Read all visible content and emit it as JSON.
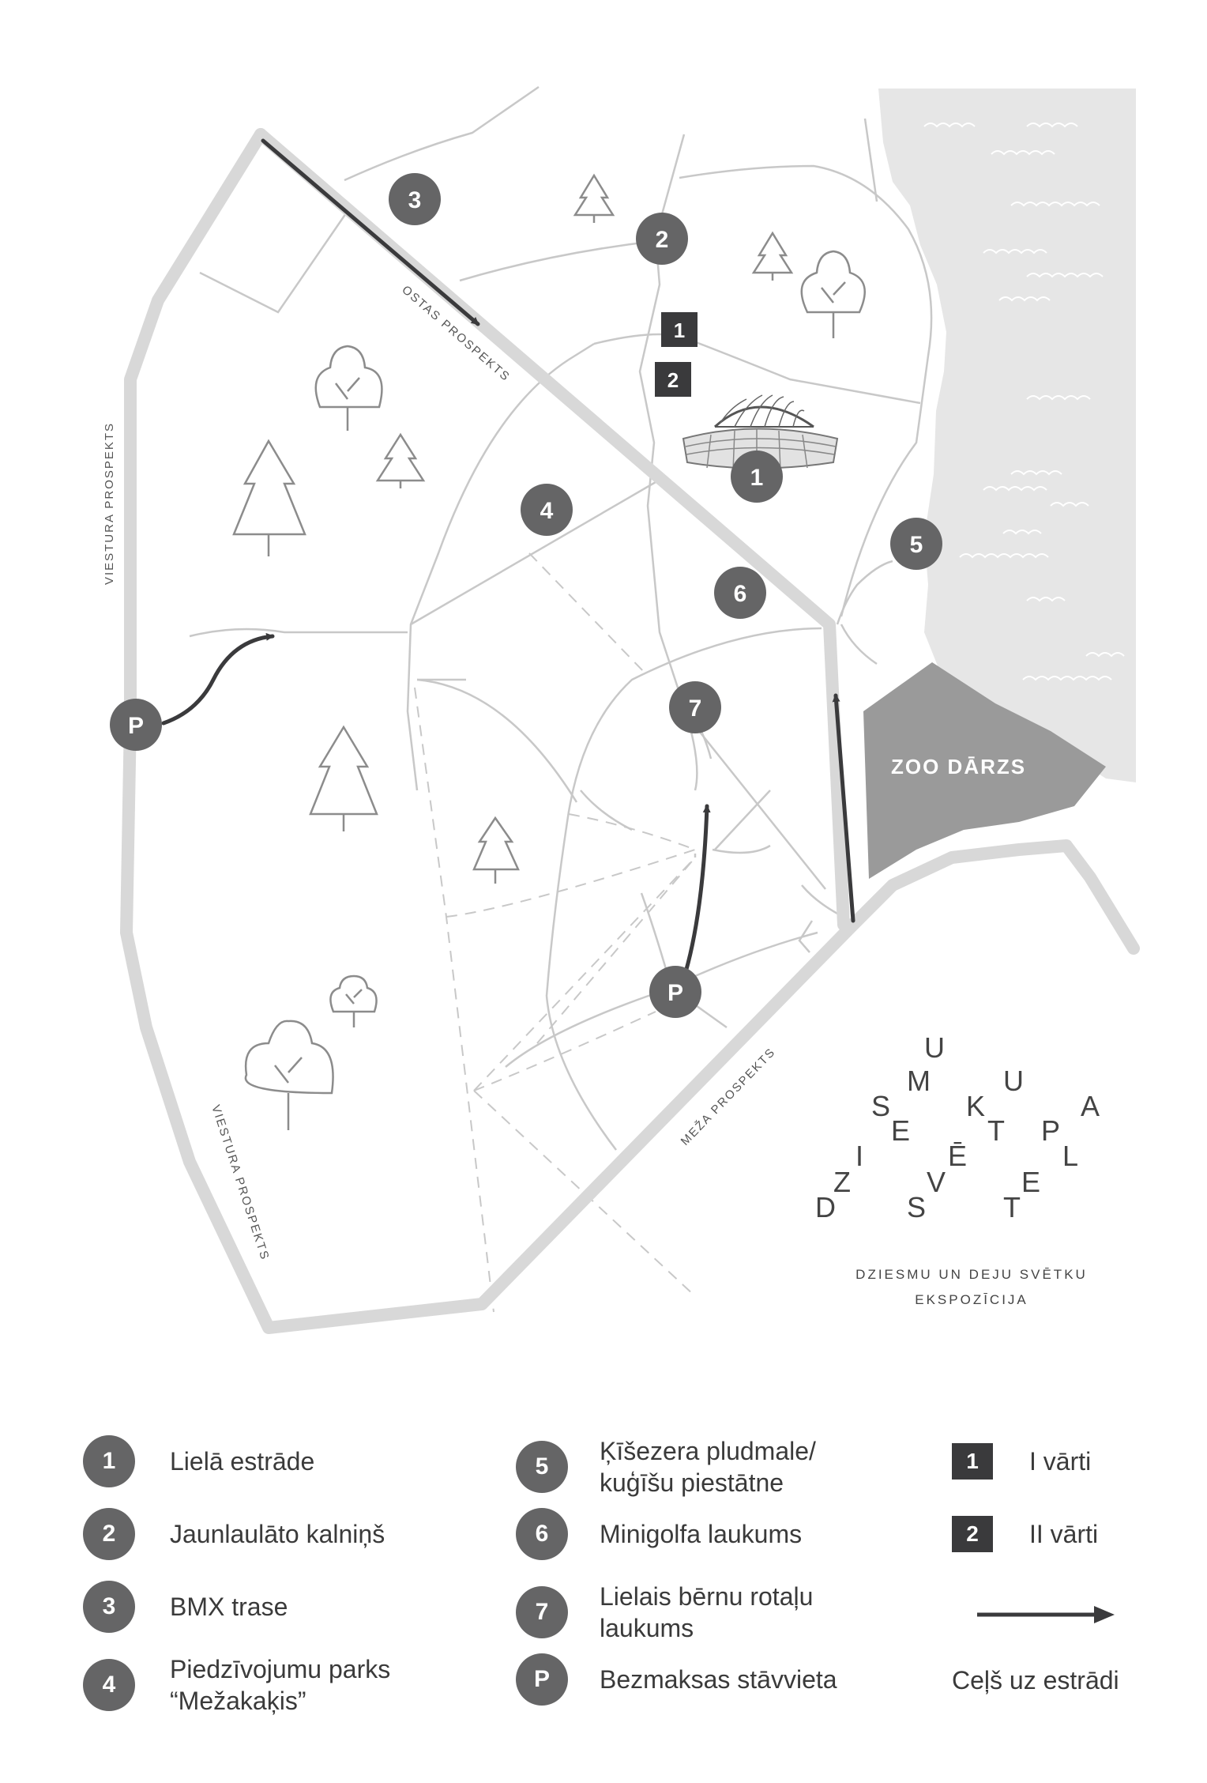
{
  "map": {
    "roads": {
      "ostas": "OSTAS PROSPEKTS",
      "viestura_top": "VIESTURA PROSPEKTS",
      "viestura_bottom": "VIESTURA PROSPEKTS",
      "meza": "MEŽA PROSPEKTS"
    },
    "zoo_label": "ZOO DĀRZS",
    "markers": {
      "m1": "1",
      "m2": "2",
      "m3": "3",
      "m4": "4",
      "m5": "5",
      "m6": "6",
      "m7": "7",
      "p_left": "P",
      "p_bottom": "P"
    },
    "gates": {
      "g1": "1",
      "g2": "2"
    },
    "expo_logo_letters": [
      "U",
      "M",
      "U",
      "S",
      "K",
      "A",
      "E",
      "T",
      "P",
      "I",
      "Ē",
      "L",
      "Z",
      "V",
      "E",
      "D",
      "S",
      "T"
    ],
    "expo_caption_line1": "DZIESMU UN DEJU SVĒTKU",
    "expo_caption_line2": "EKSPOZĪCIJA"
  },
  "legend": {
    "items": [
      {
        "badge": "1",
        "label": "Lielā estrāde"
      },
      {
        "badge": "2",
        "label": "Jaunlaulāto kalniņš"
      },
      {
        "badge": "3",
        "label": "BMX trase"
      },
      {
        "badge": "4",
        "label": "Piedzīvojumu parks\n“Mežakaķis”"
      },
      {
        "badge": "5",
        "label": "Ķīšezera pludmale/\nkuģīšu piestātne"
      },
      {
        "badge": "6",
        "label": "Minigolfa laukums"
      },
      {
        "badge": "7",
        "label": "Lielais bērnu rotaļu\nlaukums"
      },
      {
        "badge": "P",
        "label": "Bezmaksas stāvvieta"
      }
    ],
    "gates": [
      {
        "badge": "1",
        "label": "I vārti"
      },
      {
        "badge": "2",
        "label": "II vārti"
      }
    ],
    "route_label": "Ceļš uz estrādi"
  },
  "colors": {
    "water": "#e6e6e6",
    "main_road": "#d8d8d8",
    "path": "#c8c8c8",
    "marker": "#656566",
    "gate": "#3a3a3c",
    "zoo": "#9a9a9a",
    "route_arrow": "#3a3a3c"
  }
}
